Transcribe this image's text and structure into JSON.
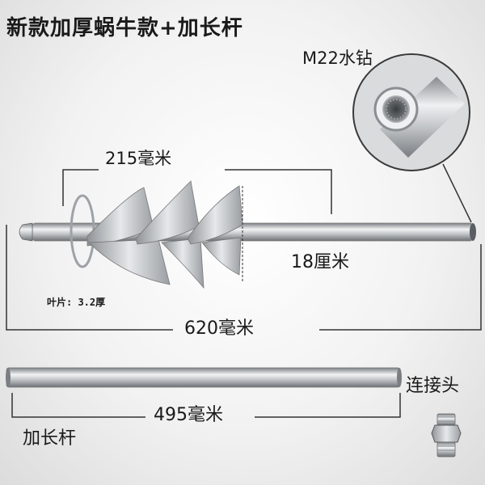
{
  "title": "新款加厚蜗牛款+加长杆",
  "labels": {
    "thread": "M22水钻",
    "spiral_length": "215毫米",
    "blade_diameter": "18厘米",
    "blade_thickness": "叶片: 3.2厚",
    "total_length": "620毫米",
    "rod_length": "495毫米",
    "extension_rod": "加长杆",
    "connector": "连接头"
  },
  "colors": {
    "steel_light": "#e4e6e8",
    "steel_mid": "#a9adb1",
    "steel_dark": "#6f7377",
    "dimension_line": "#333333"
  }
}
